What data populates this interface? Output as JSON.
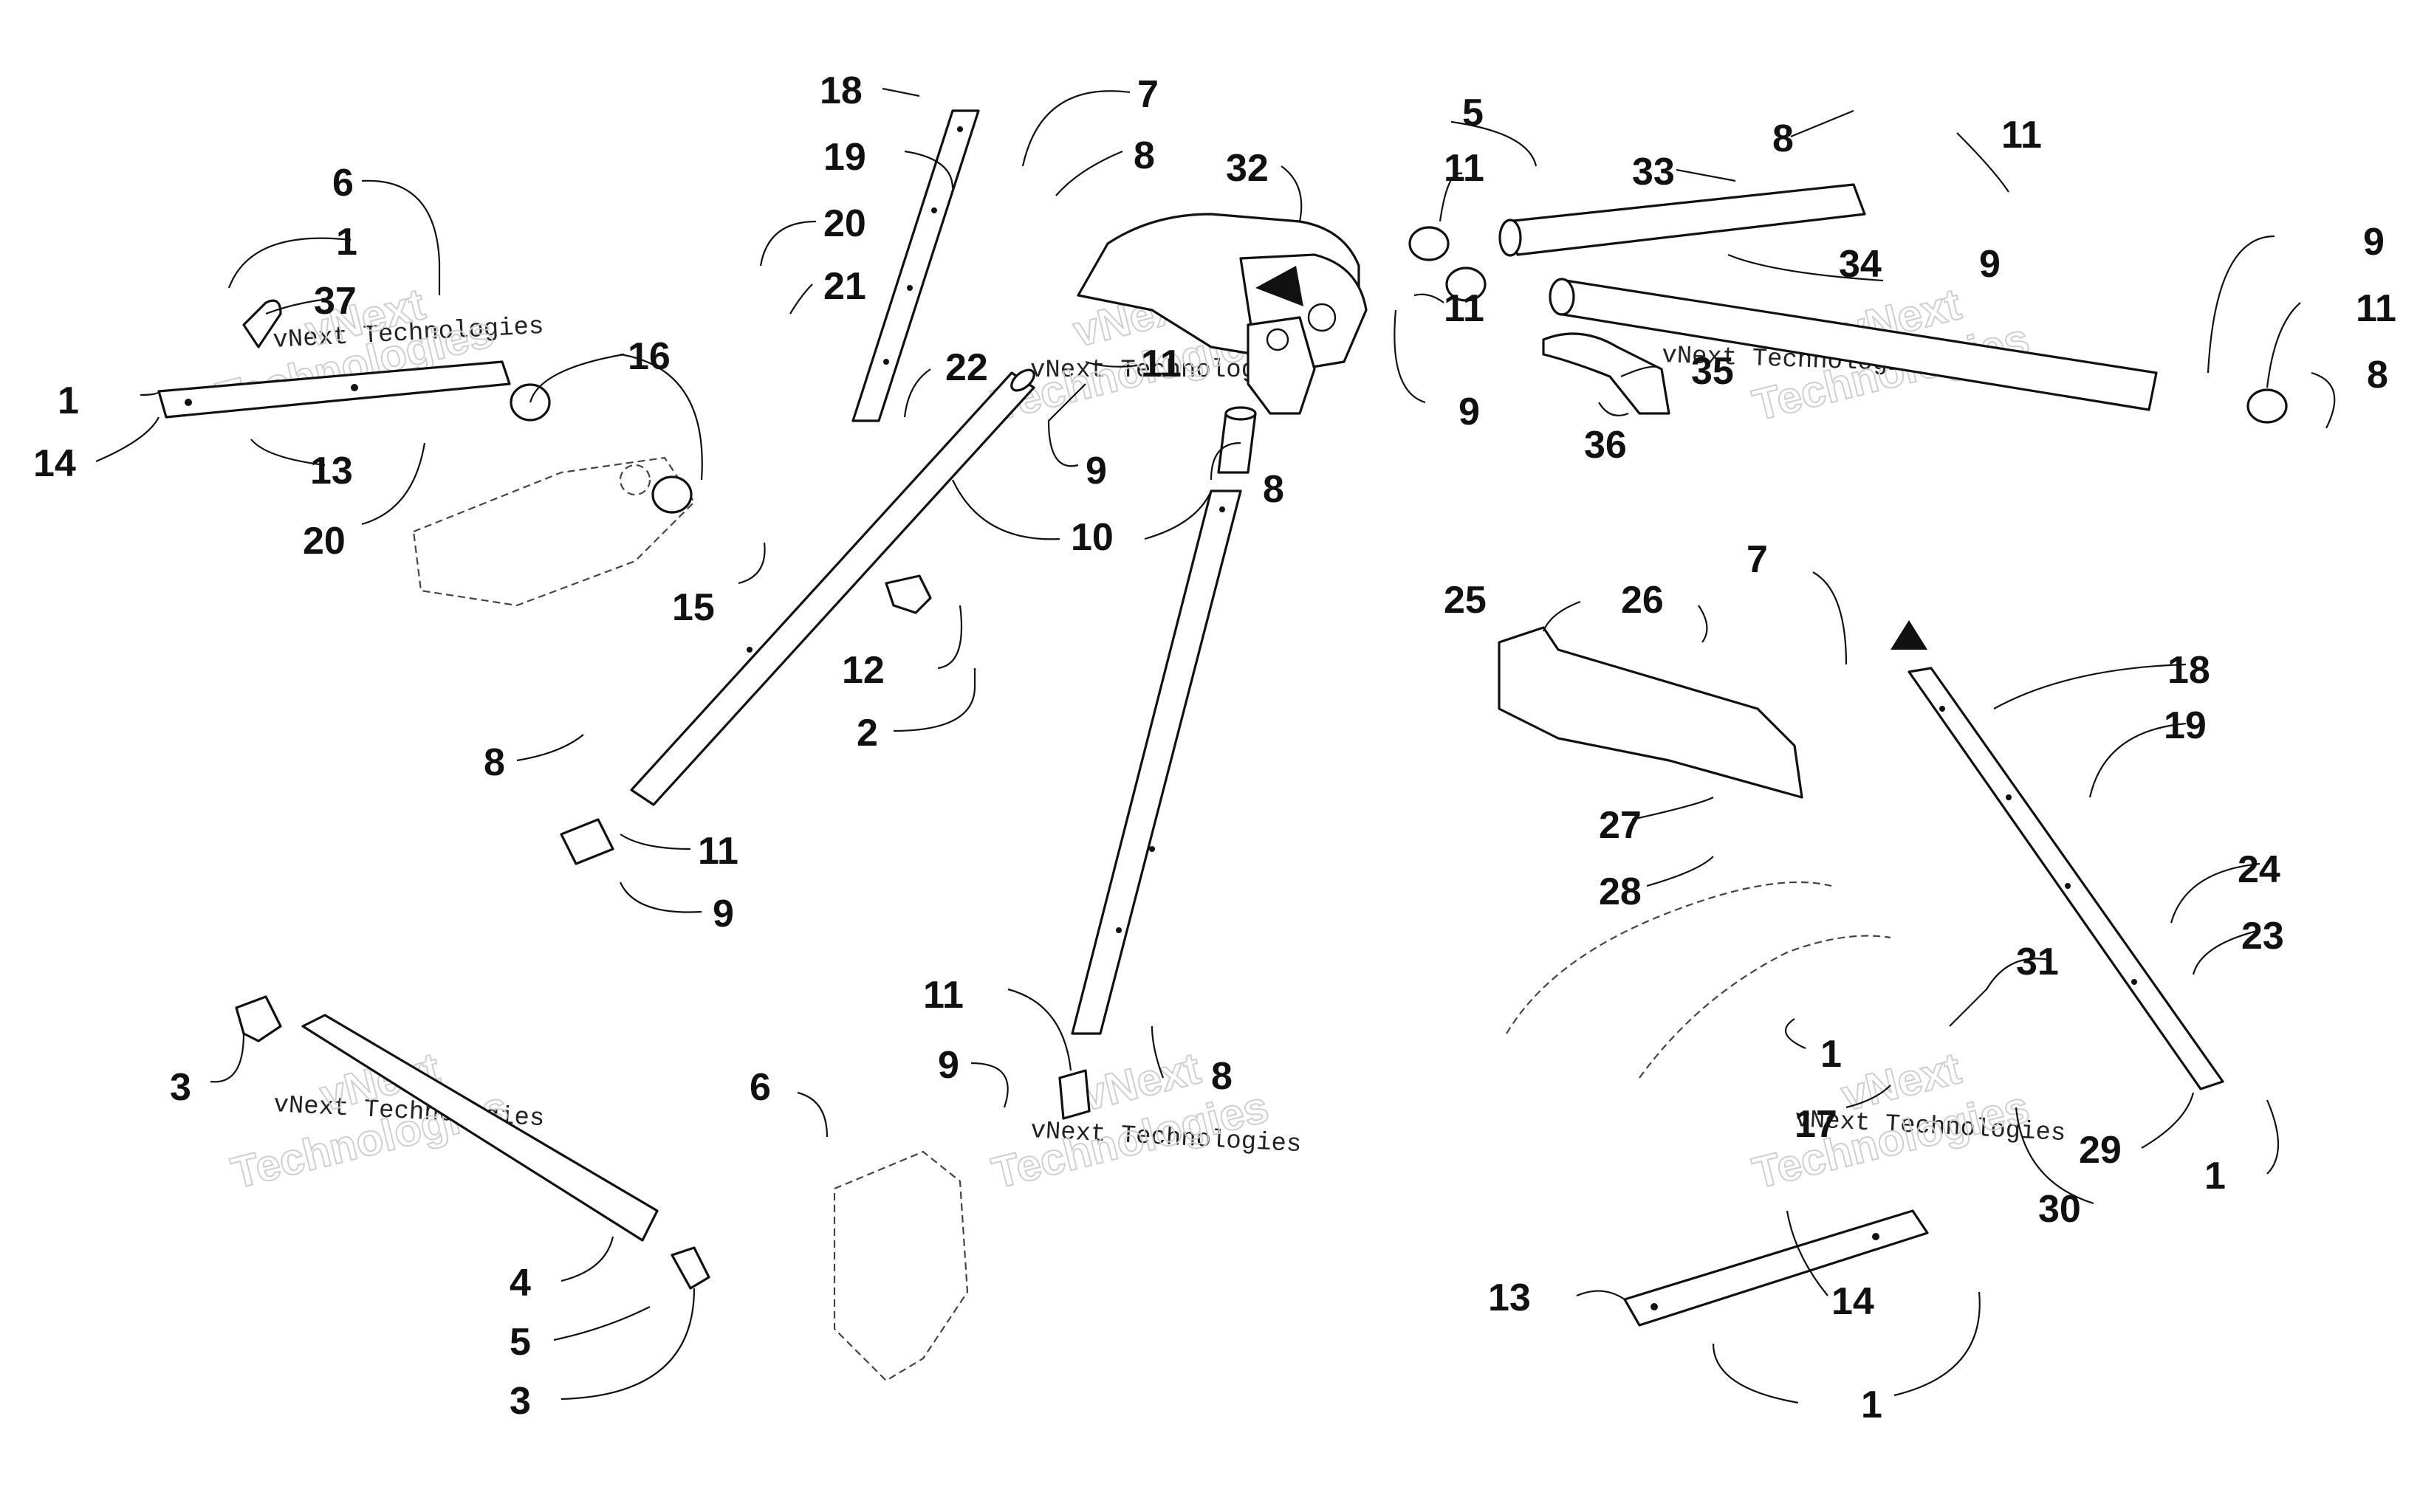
{
  "diagram": {
    "watermark_lines": [
      "vNext Technologies",
      "Technologies",
      "vNext"
    ],
    "colors": {
      "ink": "#111111",
      "background": "#ffffff",
      "ghost": "#cfcfcf"
    },
    "callouts": [
      {
        "id": "c18a",
        "text": "18"
      },
      {
        "id": "c7a",
        "text": "7"
      },
      {
        "id": "c19a",
        "text": "19"
      },
      {
        "id": "c8a",
        "text": "8"
      },
      {
        "id": "c32",
        "text": "32"
      },
      {
        "id": "c20a",
        "text": "20"
      },
      {
        "id": "c21",
        "text": "21"
      },
      {
        "id": "c22",
        "text": "22"
      },
      {
        "id": "c11a",
        "text": "11"
      },
      {
        "id": "c9a",
        "text": "9"
      },
      {
        "id": "c8b",
        "text": "8"
      },
      {
        "id": "c10",
        "text": "10"
      },
      {
        "id": "c12",
        "text": "12"
      },
      {
        "id": "c2",
        "text": "2"
      },
      {
        "id": "c8c",
        "text": "8"
      },
      {
        "id": "c11b",
        "text": "11"
      },
      {
        "id": "c9b",
        "text": "9"
      },
      {
        "id": "c6a",
        "text": "6"
      },
      {
        "id": "c1a",
        "text": "1"
      },
      {
        "id": "c37",
        "text": "37"
      },
      {
        "id": "c1b",
        "text": "1"
      },
      {
        "id": "c14a",
        "text": "14"
      },
      {
        "id": "c16",
        "text": "16"
      },
      {
        "id": "c13a",
        "text": "13"
      },
      {
        "id": "c20b",
        "text": "20"
      },
      {
        "id": "c15",
        "text": "15"
      },
      {
        "id": "c5a",
        "text": "5"
      },
      {
        "id": "c11c",
        "text": "11"
      },
      {
        "id": "c33",
        "text": "33"
      },
      {
        "id": "c8d",
        "text": "8"
      },
      {
        "id": "c11d",
        "text": "11"
      },
      {
        "id": "c9c",
        "text": "9"
      },
      {
        "id": "c34",
        "text": "34"
      },
      {
        "id": "c11e",
        "text": "11"
      },
      {
        "id": "c9d",
        "text": "9"
      },
      {
        "id": "c35",
        "text": "35"
      },
      {
        "id": "c36",
        "text": "36"
      },
      {
        "id": "c9e",
        "text": "9"
      },
      {
        "id": "c11f",
        "text": "11"
      },
      {
        "id": "c8e",
        "text": "8"
      },
      {
        "id": "c25",
        "text": "25"
      },
      {
        "id": "c26",
        "text": "26"
      },
      {
        "id": "c7b",
        "text": "7"
      },
      {
        "id": "c18b",
        "text": "18"
      },
      {
        "id": "c19b",
        "text": "19"
      },
      {
        "id": "c27",
        "text": "27"
      },
      {
        "id": "c28",
        "text": "28"
      },
      {
        "id": "c24",
        "text": "24"
      },
      {
        "id": "c23",
        "text": "23"
      },
      {
        "id": "c31",
        "text": "31"
      },
      {
        "id": "c1c",
        "text": "1"
      },
      {
        "id": "c17",
        "text": "17"
      },
      {
        "id": "c29",
        "text": "29"
      },
      {
        "id": "c1d",
        "text": "1"
      },
      {
        "id": "c30",
        "text": "30"
      },
      {
        "id": "c13b",
        "text": "13"
      },
      {
        "id": "c14b",
        "text": "14"
      },
      {
        "id": "c1e",
        "text": "1"
      },
      {
        "id": "c11g",
        "text": "11"
      },
      {
        "id": "c9f",
        "text": "9"
      },
      {
        "id": "c8f",
        "text": "8"
      },
      {
        "id": "c3a",
        "text": "3"
      },
      {
        "id": "c6b",
        "text": "6"
      },
      {
        "id": "c4",
        "text": "4"
      },
      {
        "id": "c5b",
        "text": "5"
      },
      {
        "id": "c3b",
        "text": "3"
      }
    ]
  }
}
